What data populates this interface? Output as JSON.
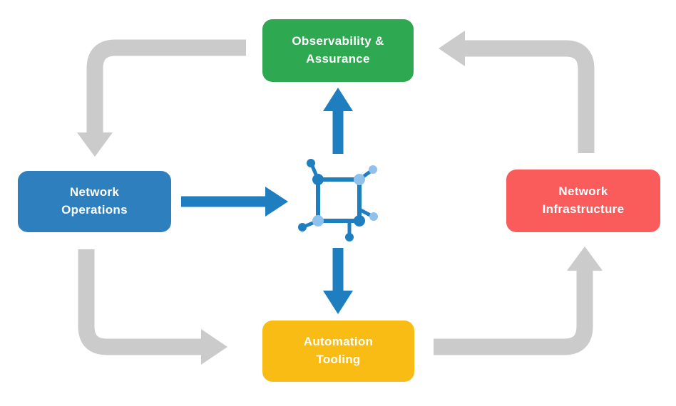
{
  "diagram": {
    "background": "#FFFFFF",
    "nodes": {
      "observability": {
        "line1": "Observability &",
        "line2": "Assurance",
        "color": "#2FA852"
      },
      "network_operations": {
        "line1": "Network",
        "line2": "Operations",
        "color": "#2E7FBE"
      },
      "network_infrastructure": {
        "line1": "Network",
        "line2": "Infrastructure",
        "color": "#FA5C5C"
      },
      "automation_tooling": {
        "line1": "Automation",
        "line2": "Tooling",
        "color": "#F9BC15"
      }
    },
    "colors": {
      "arrow_gray": "#CBCBCB",
      "arrow_blue": "#1E7EC0",
      "icon_dark": "#1E7EC0",
      "icon_light": "#8EC2EC"
    },
    "center_icon": "network-automation-icon"
  }
}
